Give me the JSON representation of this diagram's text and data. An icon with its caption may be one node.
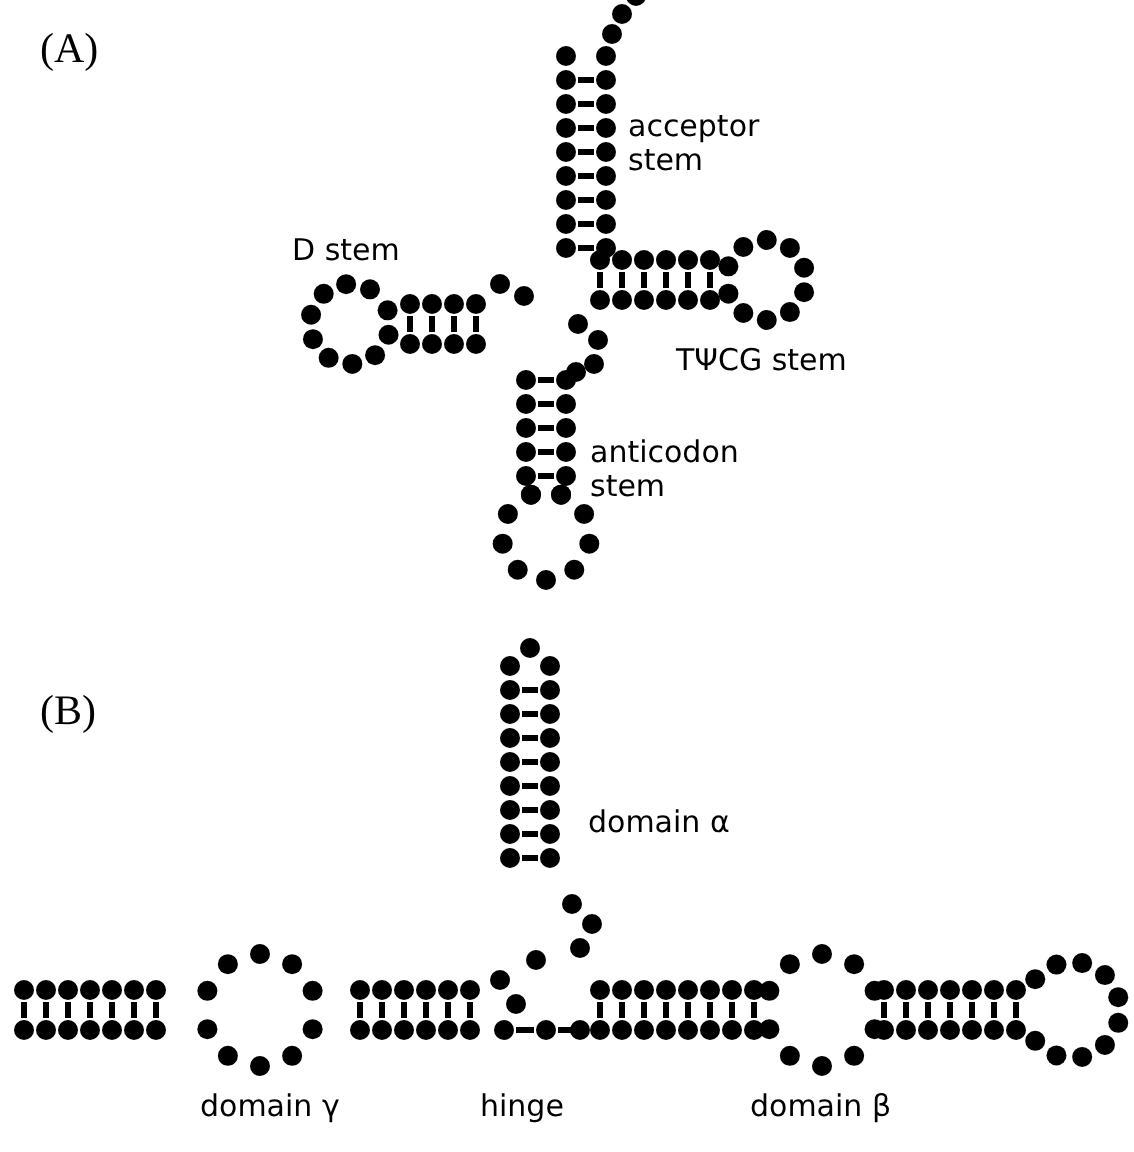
{
  "diagram": {
    "labels": [
      "(A)",
      "acceptor stem",
      "D stem",
      "TΨCG stem",
      "anticodon stem",
      "(B)",
      "domain α",
      "domain γ",
      "hinge",
      "domain β"
    ]
  }
}
